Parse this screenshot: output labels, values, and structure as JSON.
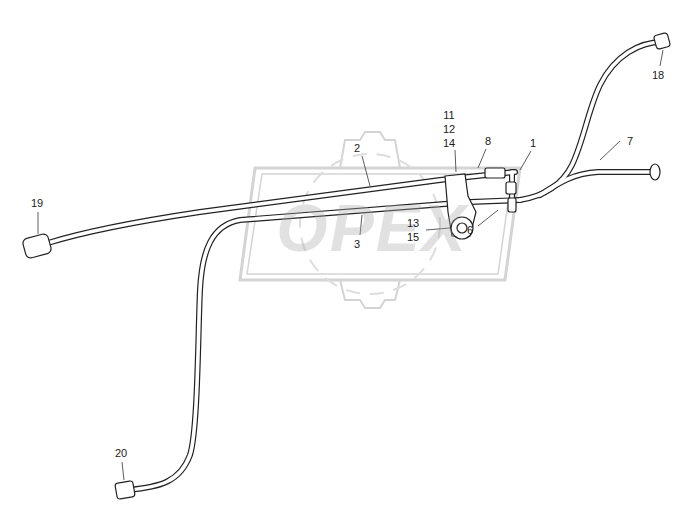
{
  "diagram": {
    "labels": [
      "OPEX",
      "18",
      "11",
      "12",
      "14",
      "8",
      "1",
      "7",
      "2",
      "19",
      "13",
      "15",
      "6",
      "3",
      "20"
    ]
  }
}
